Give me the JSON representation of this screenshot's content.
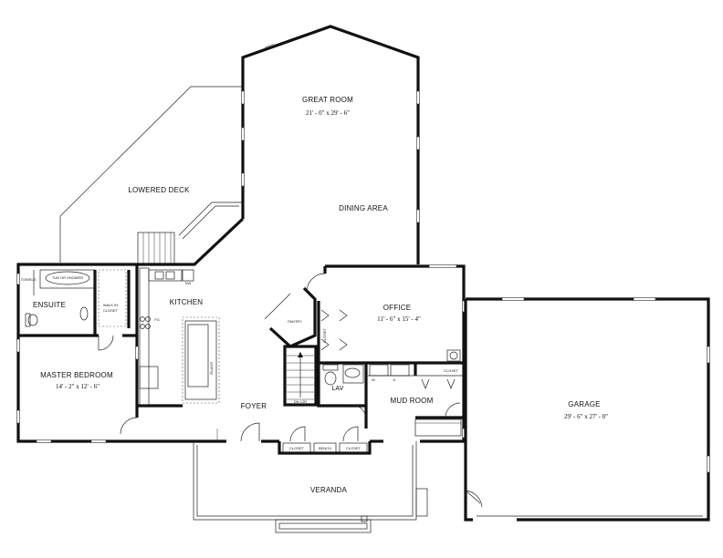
{
  "rooms": {
    "great_room": {
      "name": "GREAT ROOM",
      "dim": "21' - 0\" x 29' - 6\""
    },
    "lowered_deck": {
      "name": "LOWERED DECK"
    },
    "dining_area": {
      "name": "DINING AREA"
    },
    "kitchen": {
      "name": "KITCHEN"
    },
    "office": {
      "name": "OFFICE",
      "dim": "11' - 6\" x 15' - 4\""
    },
    "ensuite": {
      "name": "ENSUITE"
    },
    "master_bedroom": {
      "name": "MASTER BEDROOM",
      "dim": "14' - 2\" x 12' - 6\""
    },
    "foyer": {
      "name": "FOYER"
    },
    "lav": {
      "name": "LAV"
    },
    "mud_room": {
      "name": "MUD ROOM"
    },
    "garage": {
      "name": "GARAGE",
      "dim": "29' - 6\" x 27' - 0\""
    },
    "veranda": {
      "name": "VERANDA"
    }
  },
  "small_labels": {
    "tub_shower": "TUB OR SHOWER",
    "towels": "TOWELS",
    "walk_in_closet_1": "WALK IN",
    "walk_in_closet_2": "CLOSET",
    "dw": "DW",
    "fg": "FG",
    "pantry": "PANTRY",
    "closet_office": "CLOSET",
    "closet_mud": "CLOSET",
    "closet_left": "CLOSET",
    "bench": "BENCH",
    "closet_right": "CLOSET",
    "dn_stairs": "DN 12R",
    "w": "W",
    "d": "D",
    "island": "ISLAND"
  }
}
